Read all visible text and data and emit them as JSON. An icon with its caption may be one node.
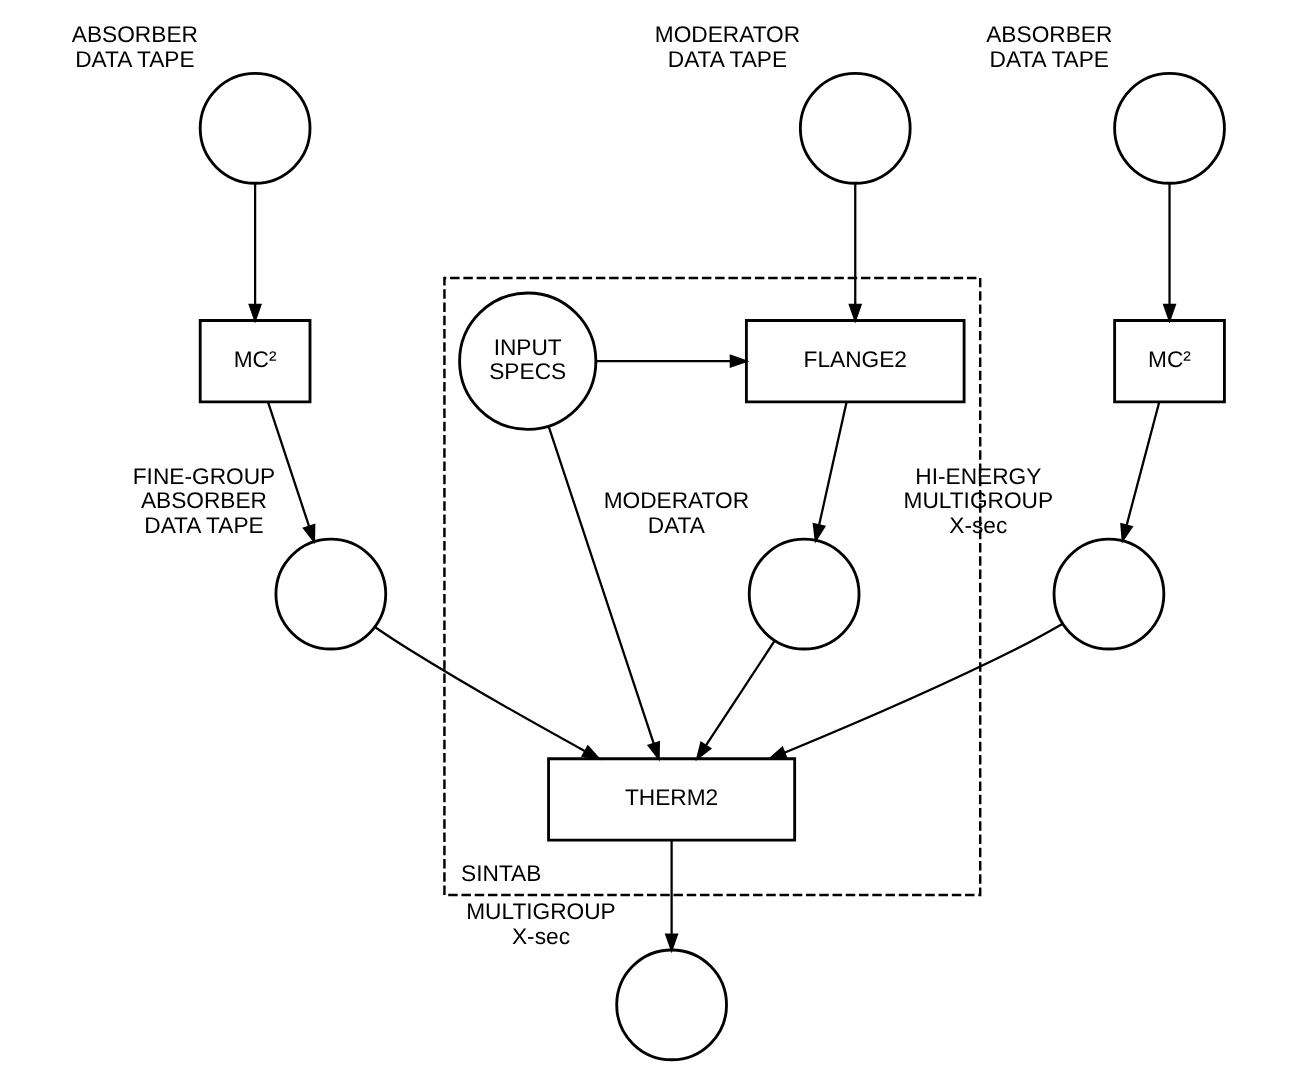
{
  "diagram": {
    "nodes": [
      {
        "text": [
          "SINTAB"
        ]
      },
      {
        "text": [],
        "shape": "circle",
        "beside": [
          "MODERATOR DATA TAPE"
        ]
      },
      {
        "text": [
          "FLANGE2"
        ],
        "in": 0
      },
      {
        "text": [
          "INPUT SPECS"
        ],
        "in": 0
      },
      {
        "text": [],
        "shape": "circle",
        "beside": [
          "MODERATOR DATA"
        ],
        "in": 0
      },
      {
        "text": [
          "THERM2"
        ],
        "in": 0
      },
      {
        "text": [],
        "shape": "circle",
        "beside": [
          "MULTIGROUP X-sec"
        ]
      },
      {
        "text": [],
        "shape": "circle",
        "beside": [
          "ABSORBER DATA TAPE"
        ]
      },
      {
        "text": [
          "MC²"
        ]
      },
      {
        "text": [],
        "shape": "circle",
        "beside": [
          "FINE-GROUP ABSORBER DATA TAPE"
        ]
      },
      {
        "text": [],
        "shape": "circle",
        "beside": [
          "ABSORBER DATA TAPE"
        ]
      },
      {
        "text": [
          "MC²"
        ]
      },
      {
        "text": [],
        "shape": "circle",
        "beside": [
          "HI-ENERGY MULTIGROUP X-sec"
        ]
      }
    ],
    "edges": [
      {
        "from": 1,
        "to": 2,
        "arrow": "to"
      },
      {
        "from": 3,
        "to": 2,
        "arrow": "to"
      },
      {
        "from": 2,
        "to": 4,
        "arrow": "to"
      },
      {
        "from": 3,
        "to": 5,
        "arrow": "to"
      },
      {
        "from": 4,
        "to": 5,
        "arrow": "to"
      },
      {
        "from": 5,
        "to": 6,
        "arrow": "to"
      },
      {
        "from": 7,
        "to": 8,
        "arrow": "to"
      },
      {
        "from": 8,
        "to": 9,
        "arrow": "to"
      },
      {
        "from": 9,
        "to": 5,
        "arrow": "to"
      },
      {
        "from": 10,
        "to": 11,
        "arrow": "to"
      },
      {
        "from": 11,
        "to": 12,
        "arrow": "to"
      },
      {
        "from": 12,
        "to": 5,
        "arrow": "to"
      }
    ]
  }
}
